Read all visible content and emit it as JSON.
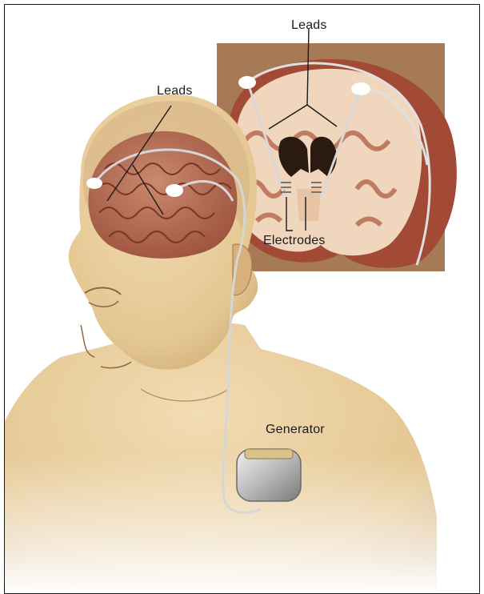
{
  "labels": {
    "leads_top": "Leads",
    "leads_left": "Leads",
    "electrodes": "Electrodes",
    "generator": "Generator"
  },
  "colors": {
    "skin": "#e9cfa0",
    "skin_shadow": "#c9a46e",
    "brain": "#b76c55",
    "brain_dark": "#8a3d2c",
    "inset_bg": "#a17553",
    "wire": "#d9d9d9",
    "device": "#c8c8c8"
  }
}
